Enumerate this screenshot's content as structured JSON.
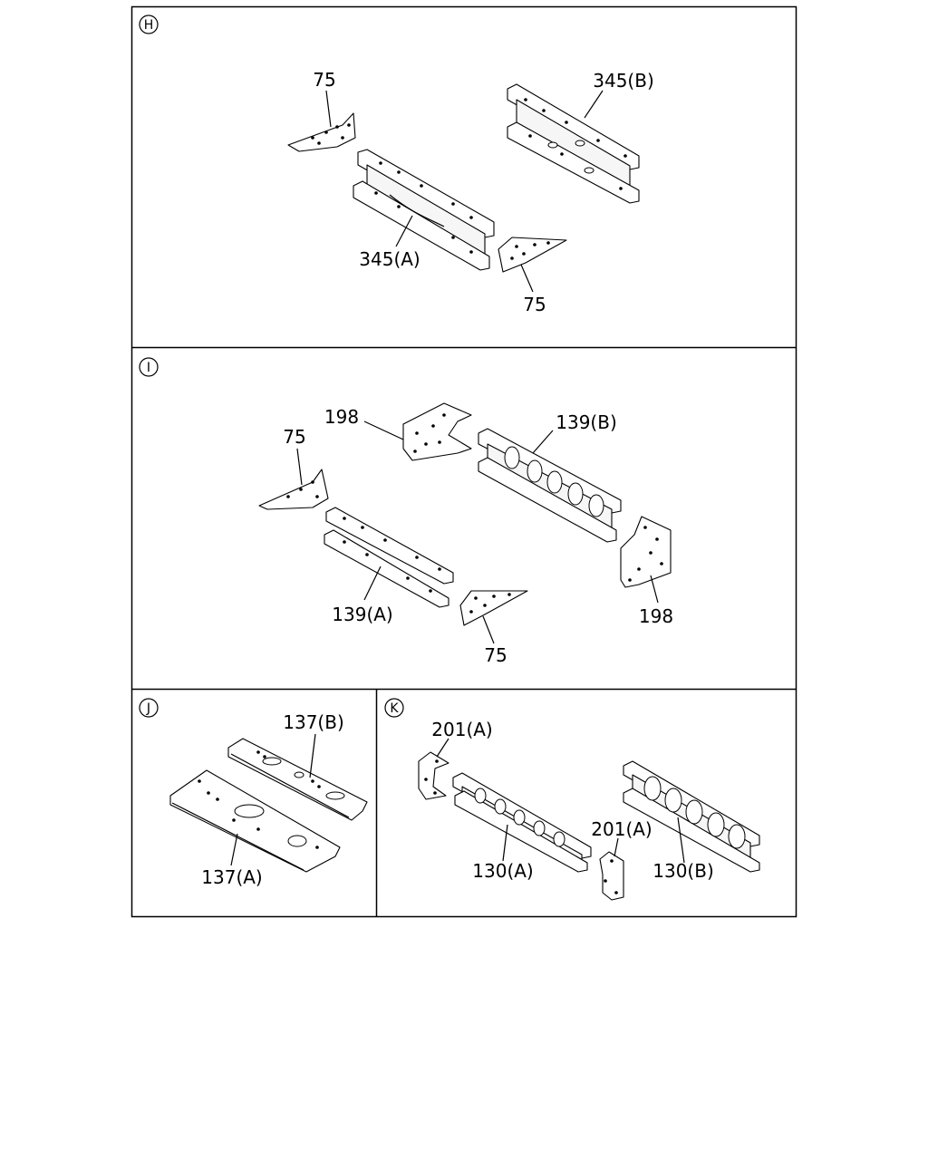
{
  "sections": {
    "H": {
      "marker": "H",
      "labels": {
        "top_left_75": "75",
        "upper_345b": "345(B)",
        "lower_345a": "345(A)",
        "bottom_75": "75"
      }
    },
    "I": {
      "marker": "I",
      "labels": {
        "left_75": "75",
        "top_198": "198",
        "upper_139b": "139(B)",
        "lower_139a": "139(A)",
        "right_198": "198",
        "bottom_75": "75"
      }
    },
    "J": {
      "marker": "J",
      "labels": {
        "upper_137b": "137(B)",
        "lower_137a": "137(A)"
      }
    },
    "K": {
      "marker": "K",
      "labels": {
        "top_201a": "201(A)",
        "mid_201a": "201(A)",
        "lower_130a": "130(A)",
        "right_130b": "130(B)"
      }
    }
  }
}
